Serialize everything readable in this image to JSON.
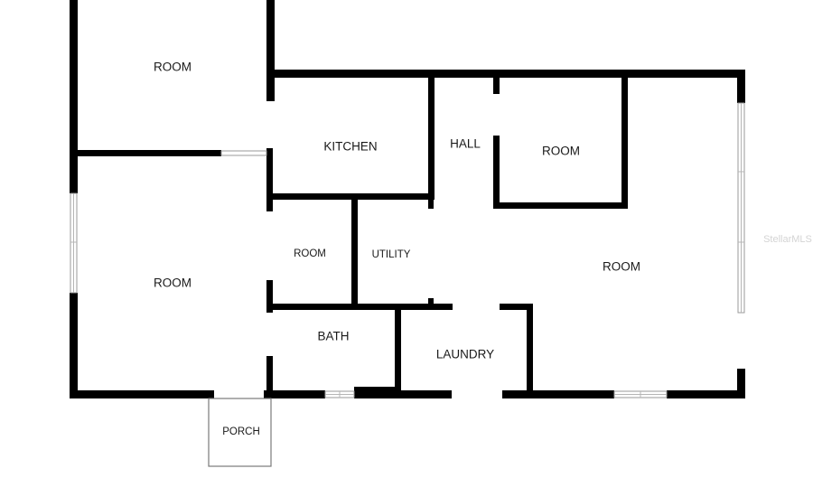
{
  "rooms": {
    "room_top_left": "ROOM",
    "room_left": "ROOM",
    "kitchen": "KITCHEN",
    "hall": "HALL",
    "room_mid_right": "ROOM",
    "room_small": "ROOM",
    "utility": "UTILITY",
    "room_right": "ROOM",
    "bath": "BATH",
    "laundry": "LAUNDRY",
    "porch": "PORCH"
  },
  "watermark": "StellarMLS",
  "colors": {
    "wall": "#000000",
    "background": "#ffffff",
    "watermark": "#d4d4d4"
  }
}
